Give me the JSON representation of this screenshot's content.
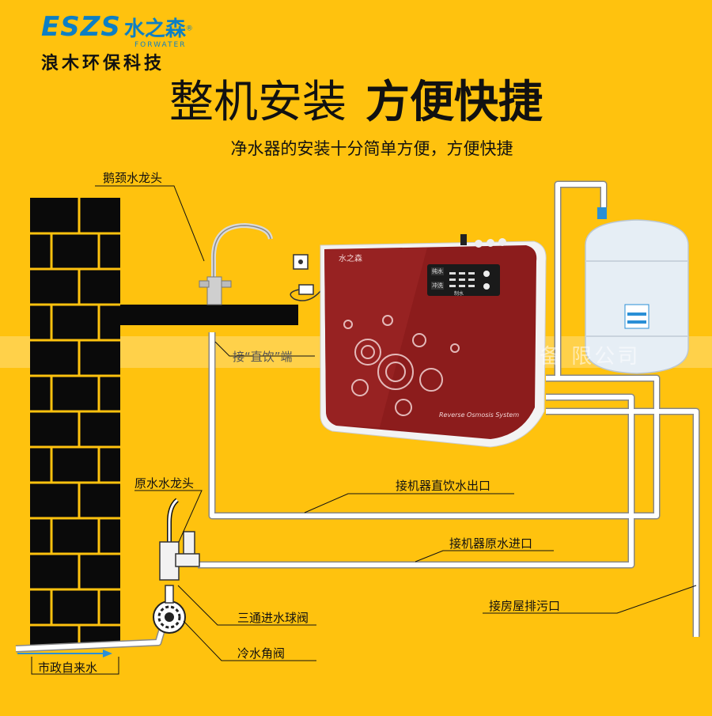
{
  "brand": {
    "logo_mark": "ESZS",
    "logo_cn": "水之森",
    "logo_sub": "FORWATER",
    "registered": "®",
    "company": "浪木环保科技"
  },
  "headline": {
    "normal": "整机安装",
    "bold": "方便快捷"
  },
  "subline": "净水器的安装十分简单方便，方便快捷",
  "labels": {
    "gooseneck_faucet": "鹅颈水龙头",
    "direct_drink_end": "接“直饮”端",
    "raw_water_faucet": "原水水龙头",
    "machine_outlet": "接机器直饮水出口",
    "machine_inlet": "接机器原水进口",
    "house_drain": "接房屋排污口",
    "three_way_valve": "三通进水球阀",
    "cold_angle_valve": "冷水角阀",
    "municipal_water": "市政自来水"
  },
  "watermark": "备 限公司",
  "device": {
    "logo": "水之森",
    "panel_left_top": "纯水",
    "panel_left_bottom": "冲洗",
    "panel_right": "制水",
    "caption": "Reverse Osmosis System",
    "colors": {
      "body": "#8c1c1c",
      "dark": "#5a0e0e",
      "frame": "#f3f3f3"
    }
  },
  "colors": {
    "background": "#ffc20e",
    "brick": "#0a0a0a",
    "mortar": "#ffc20e",
    "pipe": "#ffffff",
    "logo_blue": "#0d7fc4"
  }
}
